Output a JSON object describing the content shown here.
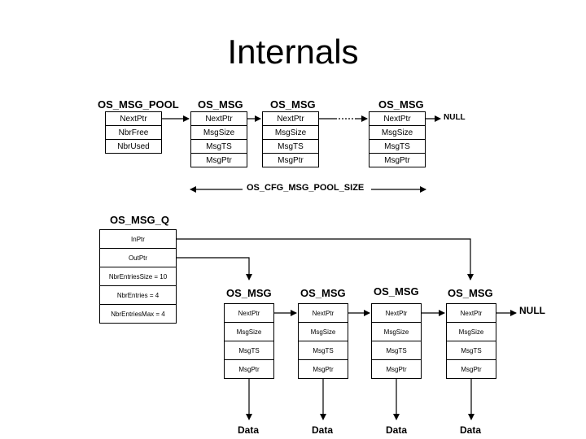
{
  "title": "Internals",
  "pool": {
    "header": "OS_MSG_POOL",
    "fields": [
      "NextPtr",
      "NbrFree",
      "NbrUsed"
    ]
  },
  "pool_chain": {
    "nodes": [
      {
        "header": "OS_MSG",
        "fields": [
          "NextPtr",
          "MsgSize",
          "MsgTS",
          "MsgPtr"
        ]
      },
      {
        "header": "OS_MSG",
        "fields": [
          "NextPtr",
          "MsgSize",
          "MsgTS",
          "MsgPtr"
        ]
      },
      {
        "header": "OS_MSG",
        "fields": [
          "NextPtr",
          "MsgSize",
          "MsgTS",
          "MsgPtr"
        ]
      }
    ],
    "terminator": "NULL",
    "size_label": "OS_CFG_MSG_POOL_SIZE"
  },
  "queue": {
    "header": "OS_MSG_Q",
    "fields": [
      "InPtr",
      "OutPtr",
      "NbrEntriesSize = 10",
      "NbrEntries = 4",
      "NbrEntriesMax = 4"
    ]
  },
  "queue_chain": {
    "nodes": [
      {
        "header": "OS_MSG",
        "fields": [
          "NextPtr",
          "MsgSize",
          "MsgTS",
          "MsgPtr"
        ],
        "data": "Data"
      },
      {
        "header": "OS_MSG",
        "fields": [
          "NextPtr",
          "MsgSize",
          "MsgTS",
          "MsgPtr"
        ],
        "data": "Data"
      },
      {
        "header": "OS_MSG",
        "fields": [
          "NextPtr",
          "MsgSize",
          "MsgTS",
          "MsgPtr"
        ],
        "data": "Data"
      },
      {
        "header": "OS_MSG",
        "fields": [
          "NextPtr",
          "MsgSize",
          "MsgTS",
          "MsgPtr"
        ],
        "data": "Data"
      }
    ],
    "terminator": "NULL"
  }
}
